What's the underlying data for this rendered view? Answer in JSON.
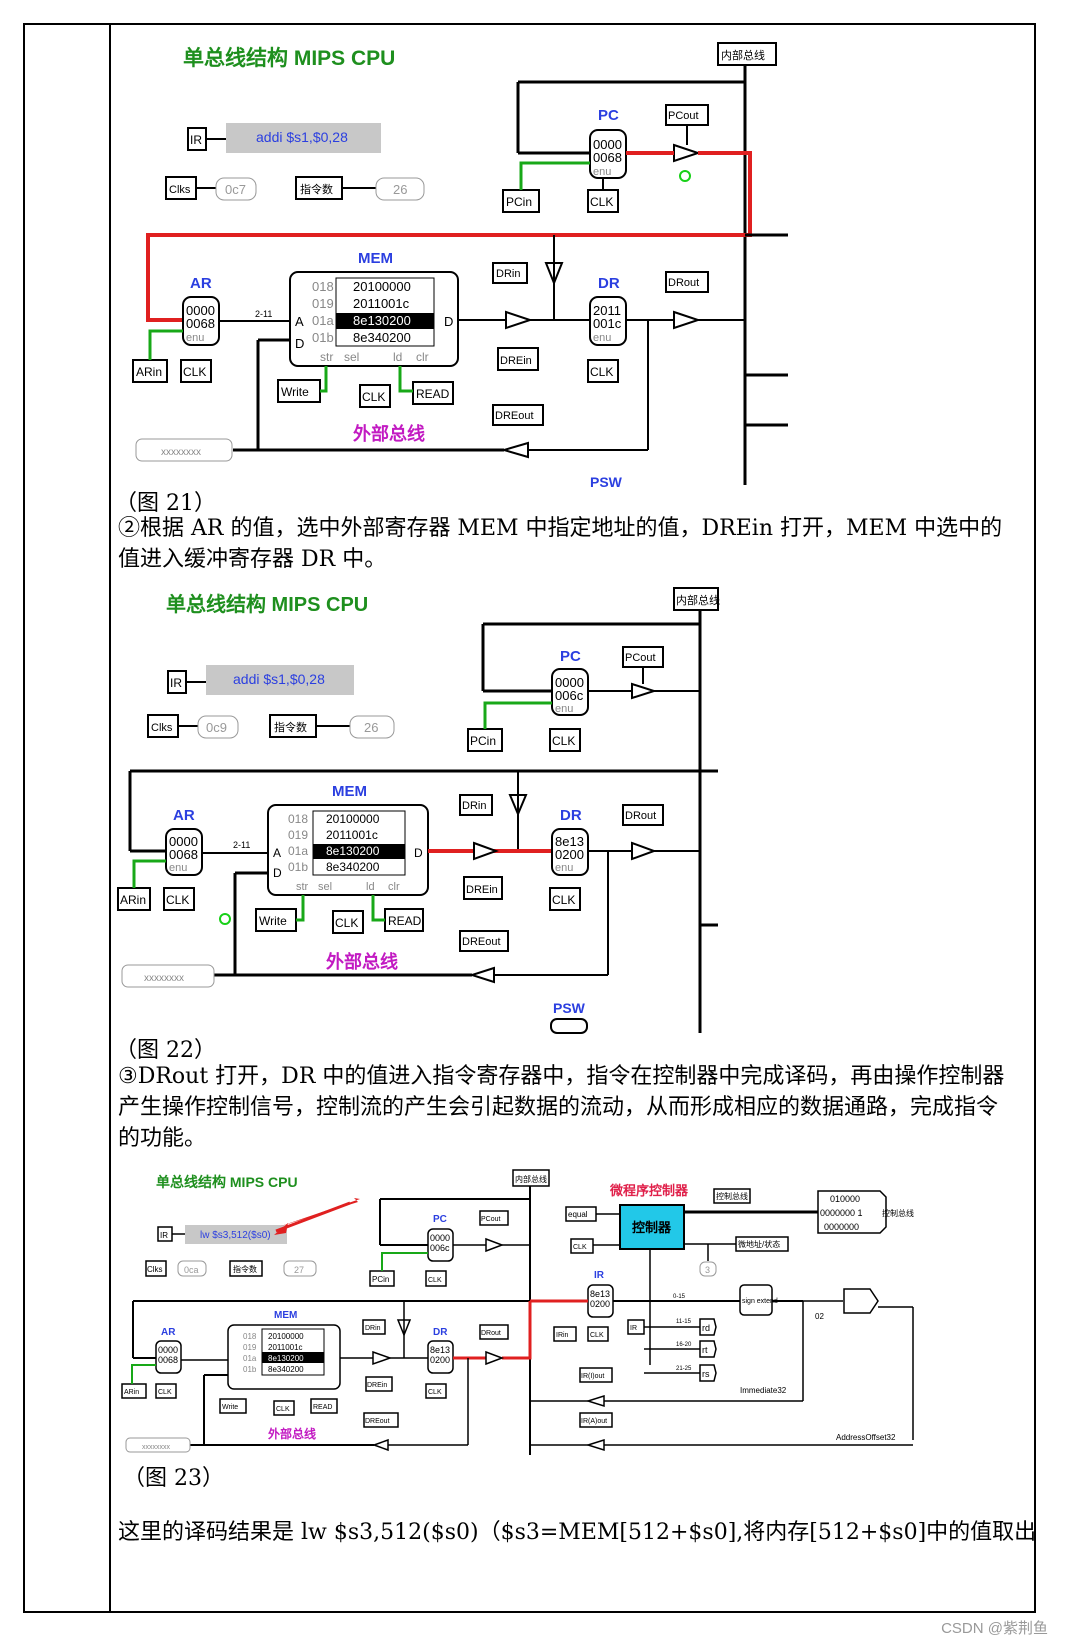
{
  "figure21": {
    "title": "单总线结构 MIPS CPU",
    "ir_label": "IR",
    "instruction": "addi $s1,$0,28",
    "clks_label": "Clks",
    "clks_value": "0c7",
    "count_label": "指令数",
    "count_value": "26",
    "internal_bus": "内部总线",
    "external_bus": "外部总线",
    "pc": {
      "title": "PC",
      "line1": "0000",
      "line2": "0068",
      "line3": "enu"
    },
    "ar": {
      "title": "AR",
      "line1": "0000",
      "line2": "0068",
      "line3": "enu"
    },
    "dr": {
      "title": "DR",
      "line1": "2011",
      "line2": "001c",
      "line3": "enu"
    },
    "mem": {
      "title": "MEM",
      "rows": [
        {
          "addr": "018",
          "val": "20100000"
        },
        {
          "addr": "019",
          "val": "2011001c"
        },
        {
          "addr": "01a",
          "val": "8e130200"
        },
        {
          "addr": "01b",
          "val": "8e340200"
        }
      ],
      "port_a": "A",
      "port_d_in": "D",
      "port_d_out": "D",
      "ctrl": [
        "str",
        "sel",
        "ld",
        "clr"
      ]
    },
    "labels": {
      "pcout": "PCout",
      "pcin": "PCin",
      "clk": "CLK",
      "arin": "ARin",
      "drin": "DRin",
      "drein": "DREin",
      "drout": "DRout",
      "dreout": "DREout",
      "write": "Write",
      "read": "READ",
      "split": "2-11",
      "psw": "PSW"
    },
    "bus_input": "xxxxxxxx"
  },
  "caption21": "（图 21）",
  "para2": "②根据 AR 的值，选中外部寄存器 MEM 中指定地址的值，DREin 打开，MEM 中选中的值进入缓冲寄存器 DR 中。",
  "figure22": {
    "title": "单总线结构 MIPS CPU",
    "ir_label": "IR",
    "instruction": "addi $s1,$0,28",
    "clks_label": "Clks",
    "clks_value": "0c9",
    "count_label": "指令数",
    "count_value": "26",
    "internal_bus": "内部总线",
    "external_bus": "外部总线",
    "pc": {
      "title": "PC",
      "line1": "0000",
      "line2": "006c",
      "line3": "enu"
    },
    "ar": {
      "title": "AR",
      "line1": "0000",
      "line2": "0068",
      "line3": "enu"
    },
    "dr": {
      "title": "DR",
      "line1": "8e13",
      "line2": "0200",
      "line3": "enu"
    },
    "psw": "PSW"
  },
  "caption22": "（图 22）",
  "para3": "③DRout 打开，DR 中的值进入指令寄存器中，指令在控制器中完成译码，再由操作控制器产生操作控制信号，控制流的产生会引起数据的流动，从而形成相应的数据通路，完成指令的功能。",
  "figure23": {
    "title": "单总线结构 MIPS CPU",
    "ir_label": "IR",
    "instruction": "lw $s3,512($s0)",
    "clks_label": "Clks",
    "clks_value": "0ca",
    "count_label": "指令数",
    "count_value": "27",
    "internal_bus": "内部总线",
    "external_bus": "外部总线",
    "controller_title": "微程序控制器",
    "controller_box": "控制器",
    "control_bus": "控制总线",
    "micro_addr": "微地址/状态",
    "equal": "equal",
    "ctrl_bits": [
      "010000",
      "0000000 1",
      "0000000"
    ],
    "ir_reg": {
      "title": "IR",
      "line1": "8e13",
      "line2": "0200"
    },
    "pc": {
      "title": "PC",
      "line1": "0000",
      "line2": "006c"
    },
    "ar": {
      "title": "AR",
      "line1": "0000",
      "line2": "0068"
    },
    "dr": {
      "title": "DR",
      "line1": "8e13",
      "line2": "0200"
    },
    "fields": [
      "rd",
      "rt",
      "rs"
    ],
    "sign_extend": "sign extend",
    "imm": "Immediate32",
    "addr_offset": "AddressOffset32",
    "irout": "IR(I)out",
    "iraout": "IR(A)out",
    "irin": "IRin",
    "clk": "CLK",
    "micro_num": "3",
    "split_bits": [
      "0-15",
      "11-15",
      "16-20",
      "21-25"
    ],
    "const": "02"
  },
  "caption23": "（图 23）",
  "para4": "这里的译码结果是 lw $s3,512($s0)（$s3=MEM[512+$s0],将内存[512+$s0]中的值取出",
  "watermark": "CSDN @紫荆鱼",
  "colors": {
    "title_green": "#1e8f1e",
    "bus_red": "#e02020",
    "wire_green": "#18a818",
    "pin_blue": "#2b3fe0",
    "mem_pink": "#c21ac2",
    "controller_cyan": "#22c8e8",
    "controller_title": "#e0204a"
  }
}
